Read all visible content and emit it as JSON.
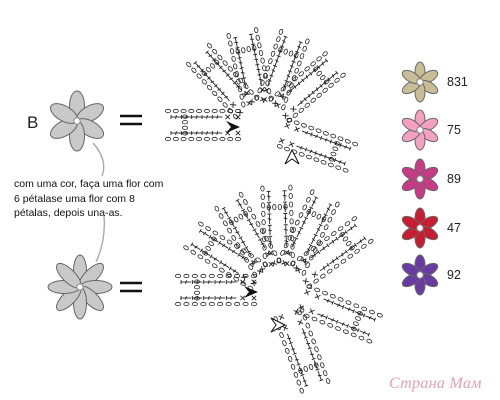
{
  "diagram": {
    "section_label": "B",
    "equals_sign": "=",
    "instructions": [
      "com uma cor, faça uma flor com",
      "6 pétalase uma flor com 8",
      "pétalas, depois una-as."
    ],
    "flowers": [
      {
        "name": "six-petal-flower",
        "petals": 6,
        "color": "#c9c9c9"
      },
      {
        "name": "eight-petal-flower",
        "petals": 8,
        "color": "#c9c9c9"
      }
    ],
    "color_chart": [
      {
        "code": "831",
        "color": "#c9bd95"
      },
      {
        "code": "75",
        "color": "#f4a0c0"
      },
      {
        "code": "89",
        "color": "#c73a86"
      },
      {
        "code": "47",
        "color": "#c81d30"
      },
      {
        "code": "92",
        "color": "#6a3aa3"
      }
    ],
    "watermark": "Страна Мам"
  }
}
